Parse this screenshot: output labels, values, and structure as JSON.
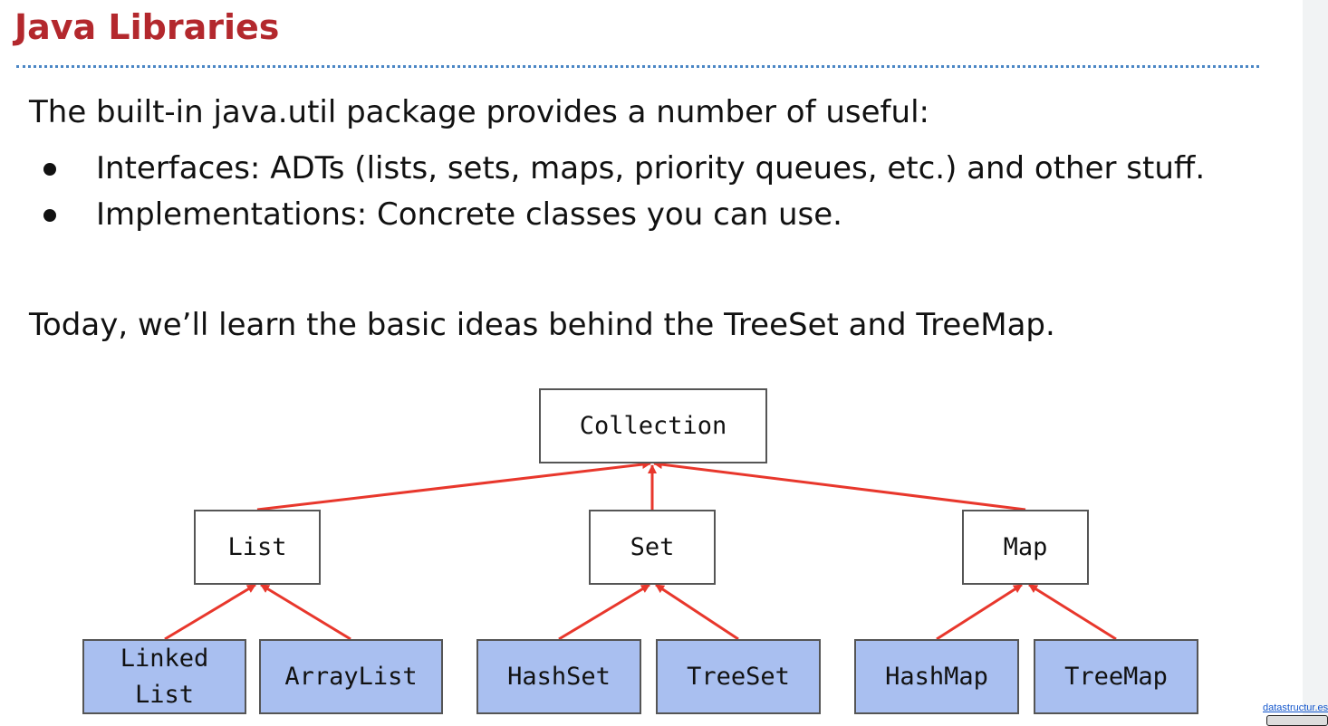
{
  "slide": {
    "title": "Java Libraries",
    "intro": "The built-in java.util package provides a number of useful:",
    "bullets": [
      "Interfaces: ADTs (lists, sets, maps, priority queues, etc.) and other stuff.",
      "Implementations: Concrete classes you can use."
    ],
    "today": "Today, we’ll learn the basic ideas behind the TreeSet and TreeMap.",
    "footer_link": "datastructur.es"
  },
  "diagram": {
    "root": "Collection",
    "interfaces": [
      "List",
      "Set",
      "Map"
    ],
    "implementations": {
      "linked_list_line1": "Linked",
      "linked_list_line2": "List",
      "array_list": "ArrayList",
      "hash_set": "HashSet",
      "tree_set": "TreeSet",
      "hash_map": "HashMap",
      "tree_map": "TreeMap"
    },
    "colors": {
      "arrow": "#e8372c",
      "interface_fill": "#ffffff",
      "implementation_fill": "#a9bff0",
      "title": "#b3282d"
    }
  }
}
